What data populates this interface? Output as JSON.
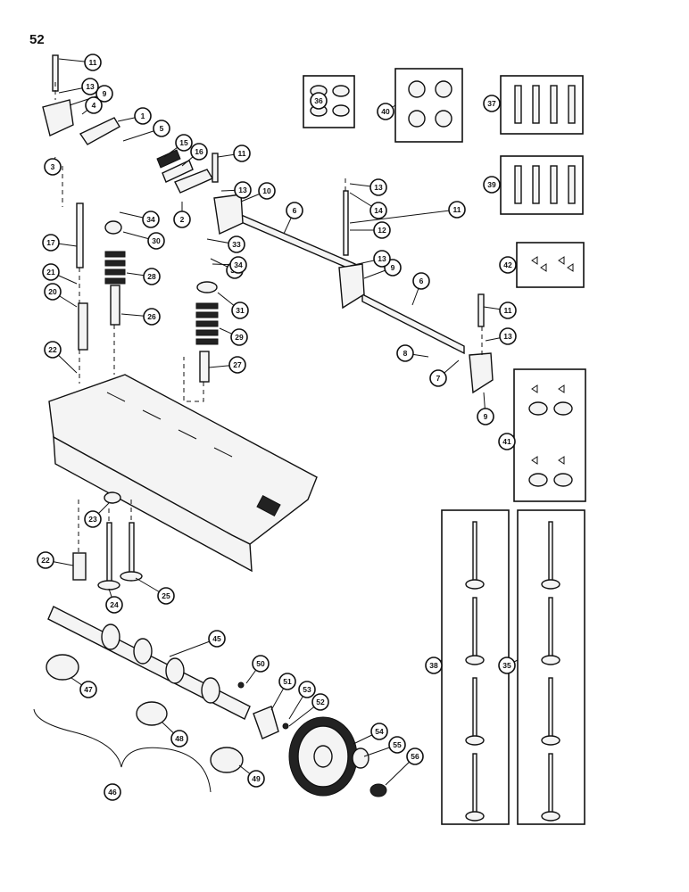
{
  "page_number": "52",
  "callouts": [
    "1",
    "2",
    "3",
    "4",
    "5",
    "6",
    "6",
    "7",
    "8",
    "9",
    "9",
    "9",
    "10",
    "11",
    "11",
    "11",
    "11",
    "12",
    "13",
    "13",
    "13",
    "13",
    "13",
    "14",
    "15",
    "16",
    "17",
    "20",
    "21",
    "22",
    "22",
    "23",
    "24",
    "25",
    "26",
    "27",
    "28",
    "29",
    "30",
    "31",
    "32",
    "33",
    "34",
    "34",
    "35",
    "36",
    "37",
    "38",
    "39",
    "40",
    "41",
    "42",
    "45",
    "46",
    "47",
    "48",
    "49",
    "50",
    "51",
    "52",
    "53",
    "54",
    "55",
    "56"
  ]
}
